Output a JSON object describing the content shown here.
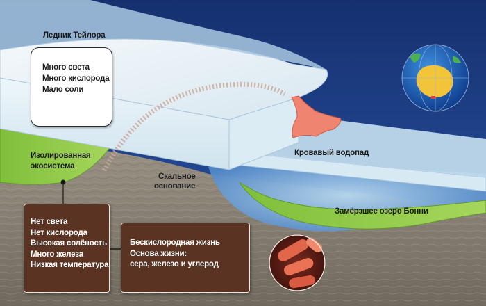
{
  "labels": {
    "glacier": "Ледник Тейлора",
    "blood_falls": "Кровавый водопад",
    "ecosystem_line1": "Изолированная",
    "ecosystem_line2": "экосистема",
    "bedrock_line1": "Скальное",
    "bedrock_line2": "основание",
    "lake": "Замёрзшее озеро Бонни"
  },
  "glacier_box": {
    "lines": [
      "Много света",
      "Много кислорода",
      "Мало соли"
    ]
  },
  "conditions_box": {
    "lines": [
      "Нет света",
      "Нет кислорода",
      "Высокая солёность",
      "Много железа",
      "Низкая температура"
    ]
  },
  "life_box": {
    "lines": [
      "Бескислородная жизнь",
      "Основа жизни:",
      "сера, железо и углерод"
    ]
  },
  "colors": {
    "sky": "#1e3f86",
    "ice": "#e6f1f6",
    "ecosystem": "#8cc63f",
    "bedrock": "#8a8276",
    "info_box": "#5a3322",
    "blood_falls": "#ef8570",
    "bacteria": "#e2664a"
  },
  "icons": [
    "globe-antarctica-icon",
    "microscope-bacteria-icon"
  ]
}
